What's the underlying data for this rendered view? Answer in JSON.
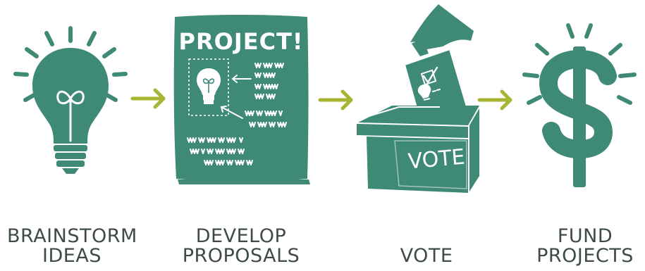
{
  "colors": {
    "green": "#3e8a76",
    "arrow": "#a7b532",
    "label": "#3f4a4a",
    "sketch": "#ffffff"
  },
  "steps": [
    {
      "icon": "lightbulb-icon",
      "line1": "BRAINSTORM",
      "line2": "IDEAS"
    },
    {
      "icon": "proposal-document-icon",
      "line1": "DEVELOP",
      "line2": "PROPOSALS",
      "doc_title": "PROJECT!"
    },
    {
      "icon": "ballot-box-icon",
      "line1": "",
      "line2": "VOTE",
      "box_text": "VOTE"
    },
    {
      "icon": "dollar-sign-icon",
      "line1": "FUND",
      "line2": "PROJECTS"
    }
  ],
  "arrows": [
    "arrow-right-icon",
    "arrow-right-icon",
    "arrow-right-icon"
  ]
}
